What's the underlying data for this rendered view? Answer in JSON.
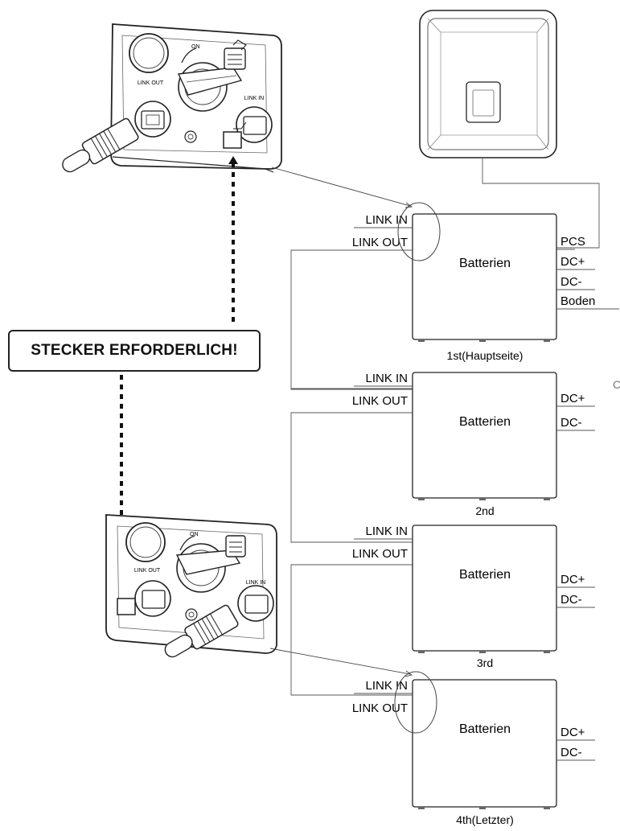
{
  "callout": {
    "text": "STECKER ERFORDERLICH!"
  },
  "panel_top": {
    "link_out": "LINK OUT",
    "link_in": "LINK IN",
    "on": "ON"
  },
  "panel_bottom": {
    "link_out": "LINK OUT",
    "link_in": "LINK IN",
    "on": "ON"
  },
  "batteries": [
    {
      "label": "Batterien",
      "caption": "1st(Hauptseite)",
      "link_in": "LINK IN",
      "link_out": "LINK OUT",
      "ports": [
        "PCS",
        "DC+",
        "DC-",
        "Boden"
      ]
    },
    {
      "label": "Batterien",
      "caption": "2nd",
      "link_in": "LINK IN",
      "link_out": "LINK OUT",
      "ports": [
        "DC+",
        "DC-"
      ]
    },
    {
      "label": "Batterien",
      "caption": "3rd",
      "link_in": "LINK IN",
      "link_out": "LINK OUT",
      "ports": [
        "DC+",
        "DC-"
      ]
    },
    {
      "label": "Batterien",
      "caption": "4th(Letzter)",
      "link_in": "LINK IN",
      "link_out": "LINK OUT",
      "ports": [
        "DC+",
        "DC-"
      ]
    }
  ],
  "stray_mark": "C"
}
